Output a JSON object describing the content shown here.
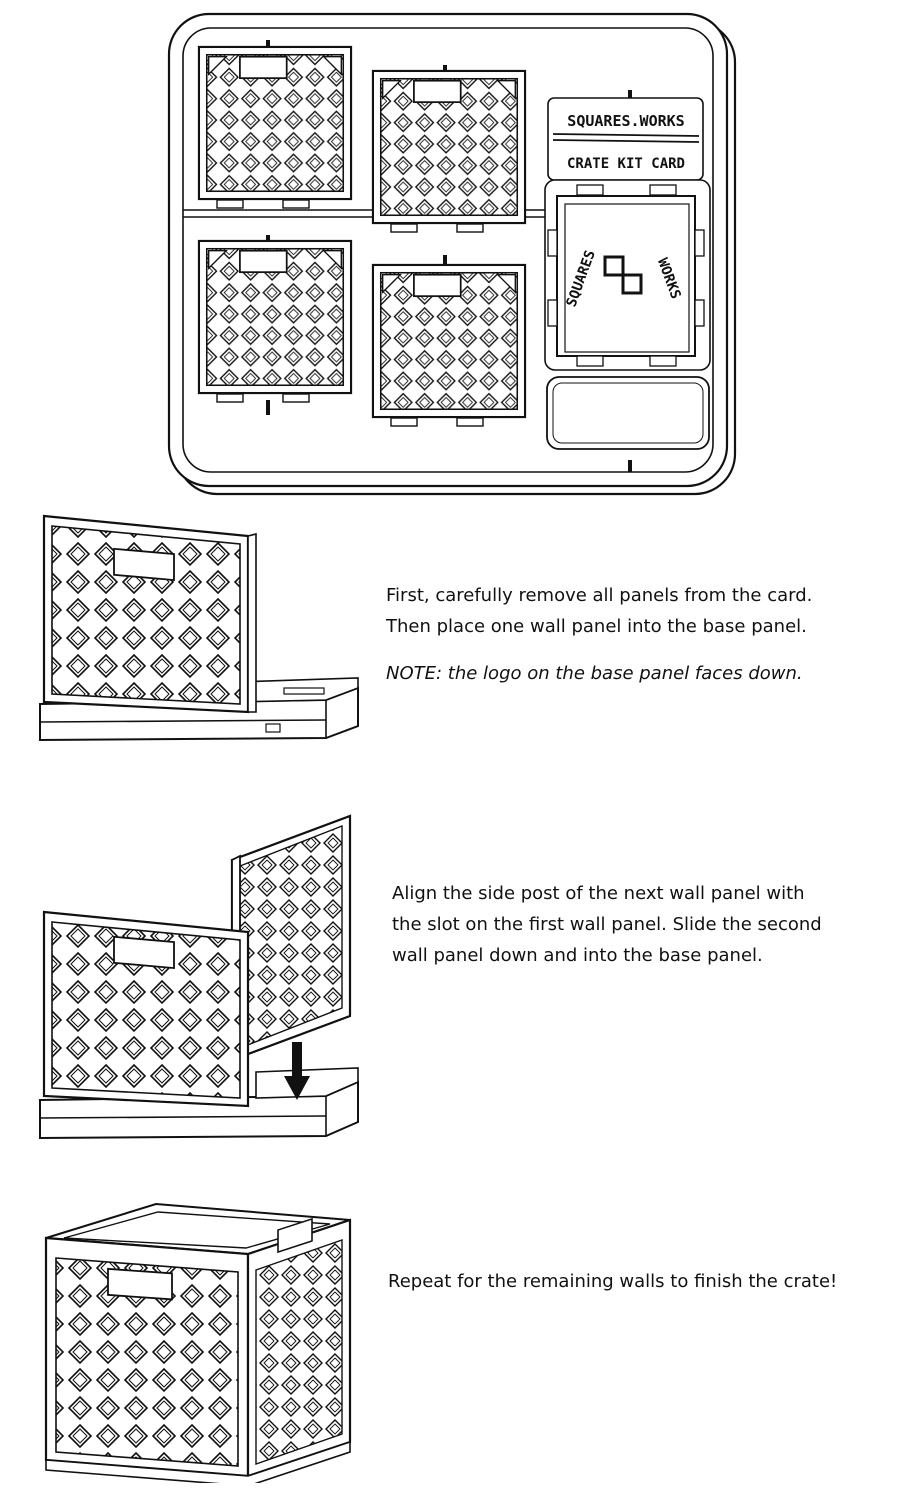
{
  "card": {
    "brand_text": "SQUARES.WORKS",
    "title_text": "CRATE KIT CARD",
    "logo_word_left": "SQUARES",
    "logo_word_right": "WORKS"
  },
  "steps": [
    {
      "lines": [
        "First, carefully remove all panels from the card.",
        "Then place one wall panel into the base panel."
      ],
      "note": "NOTE: the logo on the base panel faces down."
    },
    {
      "lines": [
        "Align the side post of the next wall panel with",
        "the slot on the first wall panel. Slide the second",
        "wall panel down and into the base panel."
      ]
    },
    {
      "lines": [
        "Repeat for the remaining walls to finish the crate!"
      ]
    }
  ]
}
